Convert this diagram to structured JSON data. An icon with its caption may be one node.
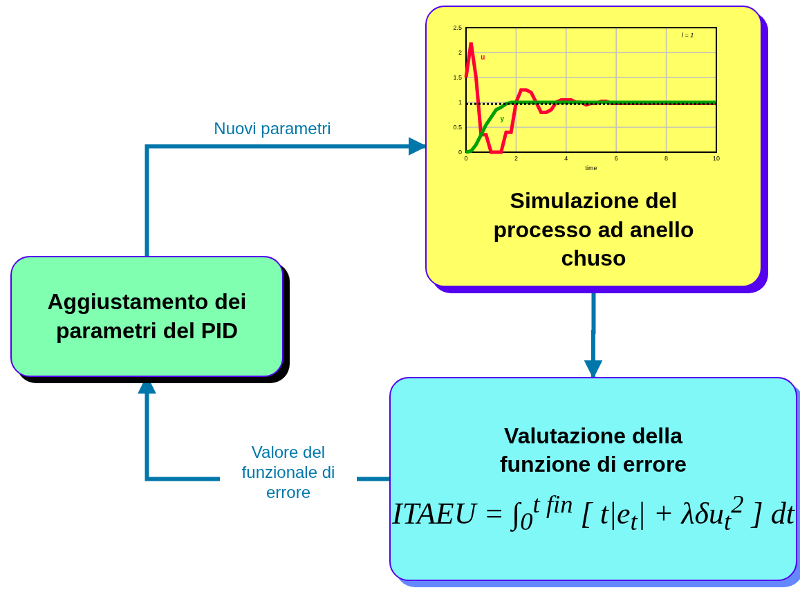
{
  "diagram": {
    "nodes": [
      {
        "text": [
          "Aggiustamento dei parametri del PID"
        ]
      },
      {
        "text": [
          "Simulazione del processo ad anello chuso"
        ]
      },
      {
        "text": [
          "Valutazione della funzione di errore",
          "ITAEU = ∫$_{0}$$^{t fin}$ [ t|e$_{t}$| + λδu$_{t}$$^{2}$ ] dt"
        ]
      }
    ],
    "edges": [
      {
        "from": 0,
        "to": 1,
        "arrow": "to",
        "label": "Nuovi parametri"
      },
      {
        "from": 1,
        "to": 2,
        "arrow": "to"
      },
      {
        "from": 2,
        "to": 0,
        "arrow": "to",
        "label": "Valore del funzionale di errore"
      }
    ],
    "chart_data": {
      "type": "line",
      "xlabel": "time",
      "x": [
        0,
        0.2,
        0.4,
        0.6,
        0.8,
        1.0,
        1.2,
        1.4,
        1.6,
        1.8,
        2.0,
        2.2,
        2.4,
        2.6,
        2.8,
        3.0,
        3.2,
        3.4,
        3.6,
        3.8,
        4.0,
        4.2,
        4.4,
        4.6,
        4.8,
        5.0,
        5.2,
        5.4,
        5.6,
        5.8,
        6.0,
        10
      ],
      "series": [
        {
          "name": "u",
          "color": "#ff0033",
          "values": [
            1.5,
            2.2,
            1.5,
            0.35,
            0.35,
            0,
            0,
            0,
            0.4,
            0.4,
            1.0,
            1.25,
            1.25,
            1.2,
            1.0,
            0.8,
            0.8,
            0.85,
            1.0,
            1.05,
            1.05,
            1.05,
            1.0,
            1.0,
            0.95,
            0.98,
            0.98,
            1.02,
            1.02,
            0.98,
            0.98,
            0.98
          ]
        },
        {
          "name": "y",
          "color": "#00a000",
          "values": [
            0,
            0.02,
            0.15,
            0.35,
            0.55,
            0.7,
            0.85,
            0.9,
            0.97,
            1.0,
            1.0,
            1.0,
            1.0,
            1.0,
            1.0,
            1.0,
            1.0,
            1.0,
            1.0,
            1.0,
            1.0,
            1.0,
            1.0,
            1.0,
            1.0,
            1.0,
            1.0,
            1.0,
            1.0,
            1.0,
            1.0,
            1.0
          ]
        },
        {
          "color": "#000000",
          "line_style": "dashed",
          "values": [
            0.97,
            0.97,
            0.97,
            0.97,
            0.97,
            0.97,
            0.97,
            0.97,
            0.97,
            0.97,
            0.97,
            0.97,
            0.97,
            0.97,
            0.97,
            0.97,
            0.97,
            0.97,
            0.97,
            0.97,
            0.97,
            0.97,
            0.97,
            0.97,
            0.97,
            0.97,
            0.97,
            0.97,
            0.97,
            0.97,
            0.97,
            0.97
          ]
        }
      ],
      "grid": true,
      "xlim": [
        0,
        10
      ],
      "ylim": [
        0,
        2.5
      ],
      "xticks": [
        0,
        2,
        4,
        6,
        8,
        10
      ],
      "yticks": [
        0,
        0.5,
        1,
        1.5,
        2,
        2.5
      ],
      "annotations": [
        "l = 1"
      ]
    }
  }
}
